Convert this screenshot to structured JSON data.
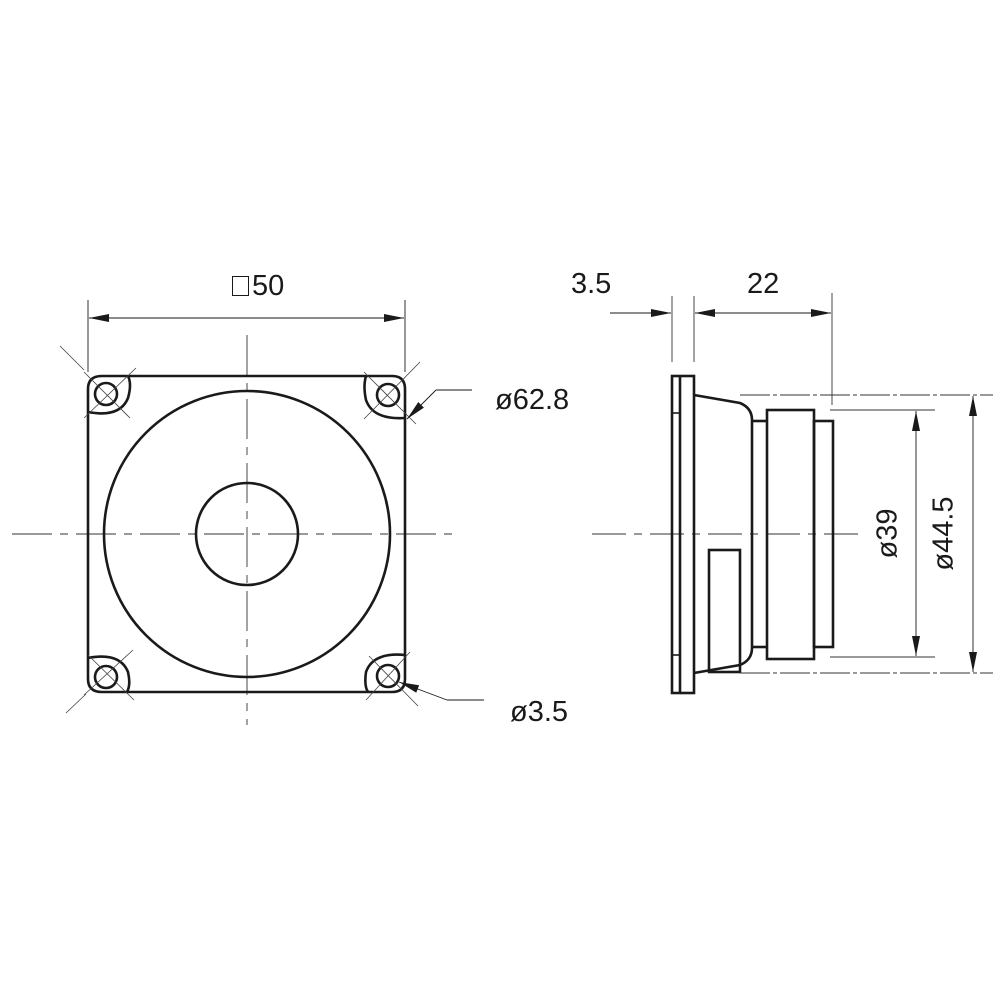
{
  "drawing": {
    "type": "speaker technical drawing",
    "views": [
      "front-view",
      "side-view"
    ],
    "line_color": "#1a1a1a"
  },
  "front_view": {
    "dimensions": {
      "frame_width": {
        "symbol": "square",
        "value": "50"
      },
      "cone_diameter": {
        "label": "ø62.8"
      },
      "mounting_hole": {
        "label": "ø3.5"
      }
    }
  },
  "side_view": {
    "dimensions": {
      "flange_thickness": {
        "label": "3.5"
      },
      "depth": {
        "label": "22"
      },
      "magnet_diameter": {
        "label": "ø39"
      },
      "basket_diameter": {
        "label": "ø44.5"
      }
    }
  }
}
